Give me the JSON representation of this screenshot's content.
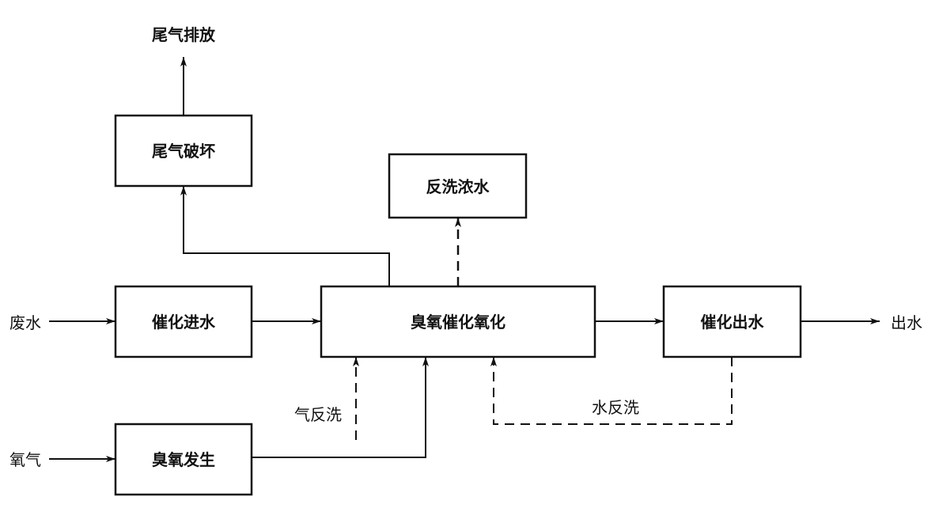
{
  "boxes": {
    "weiqi_pohuai": "尾气破坏",
    "fanxi_nongshui": "反洗浓水",
    "cuihua_jinshui": "催化进水",
    "chouyang_cuihua": "臭氧催化氧化",
    "cuihua_chushui": "催化出水",
    "chouyang_fasheng": "臭氧发生"
  },
  "labels": {
    "weiqi_paifang": "尾气排放",
    "feishui": "废水",
    "yangqi": "氧气",
    "qi_fanxi": "气反洗",
    "shui_fanxi": "水反洗",
    "chushui": "出水"
  },
  "colors": {
    "stroke": "#111111",
    "background": "#ffffff"
  }
}
